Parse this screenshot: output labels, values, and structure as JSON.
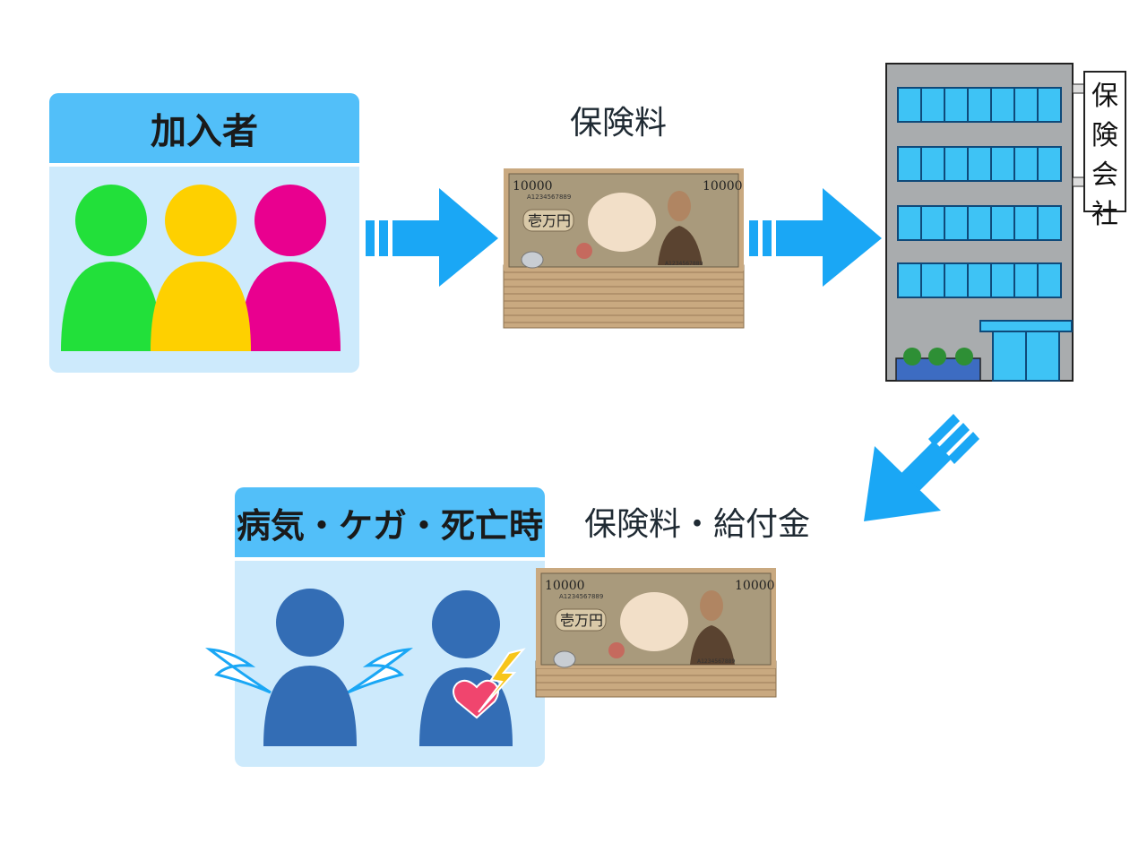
{
  "panels": {
    "subscribers_title": "加入者",
    "claim_title": "病気・ケガ・死亡時"
  },
  "labels": {
    "premium": "保険料",
    "payout": "保険料・給付金",
    "insurer_sign": [
      "保",
      "険",
      "会",
      "社"
    ]
  },
  "banknote": {
    "denomination": "10000",
    "kanji": "壱万円",
    "serial": "A1234567889",
    "serial_bottom": "A1234567889"
  },
  "colors": {
    "panel_header": "#52bff9",
    "panel_body": "#cdeafc",
    "arrow": "#1aa7f5",
    "person_green": "#22e03a",
    "person_yellow": "#fed000",
    "person_magenta": "#e9008f",
    "person_blue": "#336db5"
  },
  "icons": [
    "person-icon",
    "arrow-right-icon",
    "arrow-down-left-icon",
    "banknote-stack-icon",
    "office-building-icon",
    "angel-wings-icon",
    "broken-heart-icon",
    "lightning-icon"
  ]
}
